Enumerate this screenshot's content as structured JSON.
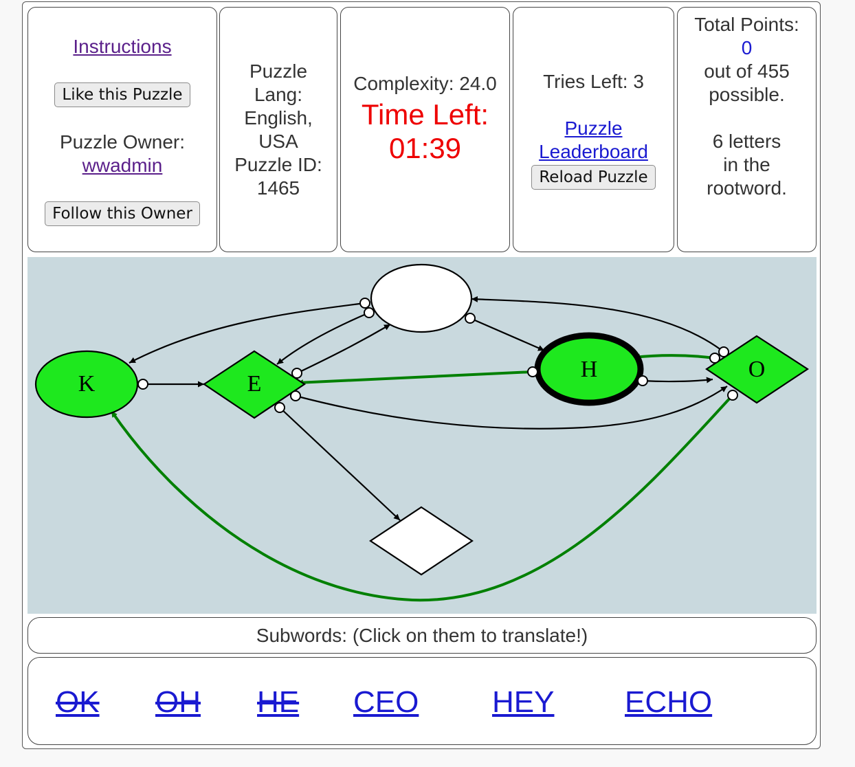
{
  "panel_left": {
    "instructions_link": "Instructions",
    "like_button": "Like this Puzzle",
    "owner_label": "Puzzle Owner:",
    "owner_name": "wwadmin",
    "follow_button": "Follow this Owner"
  },
  "panel_lang": {
    "line1": "Puzzle",
    "line2": "Lang:",
    "line3": "English,",
    "line4": "USA",
    "line5": "Puzzle ID:",
    "line6": "1465"
  },
  "panel_time": {
    "complexity": "Complexity: 24.0",
    "time_label": "Time Left:",
    "time_value": "01:39",
    "time_color": "#ee0000"
  },
  "panel_tries": {
    "tries": "Tries Left: 3",
    "leaderboard_line1": "Puzzle",
    "leaderboard_line2": "Leaderboard",
    "reload_button": "Reload Puzzle"
  },
  "panel_points": {
    "label": "Total Points:",
    "value": "0",
    "out_of": "out of 455",
    "possible": "possible.",
    "letters1": "6 letters",
    "letters2": "in the",
    "letters3": "rootword."
  },
  "graph": {
    "background": "#c9d9de",
    "found_color": "#1ee81e",
    "path_color": "#008000",
    "nodes": {
      "K": "K",
      "E": "E",
      "H": "H",
      "O": "O",
      "top": "",
      "bottom": ""
    }
  },
  "subwords": {
    "header": "Subwords: (Click on them to translate!)",
    "items": [
      {
        "text": "OK",
        "found": true
      },
      {
        "text": "OH",
        "found": true
      },
      {
        "text": "HE",
        "found": true
      },
      {
        "text": "CEO",
        "found": false
      },
      {
        "text": "HEY",
        "found": false
      },
      {
        "text": "ECHO",
        "found": false
      }
    ]
  }
}
